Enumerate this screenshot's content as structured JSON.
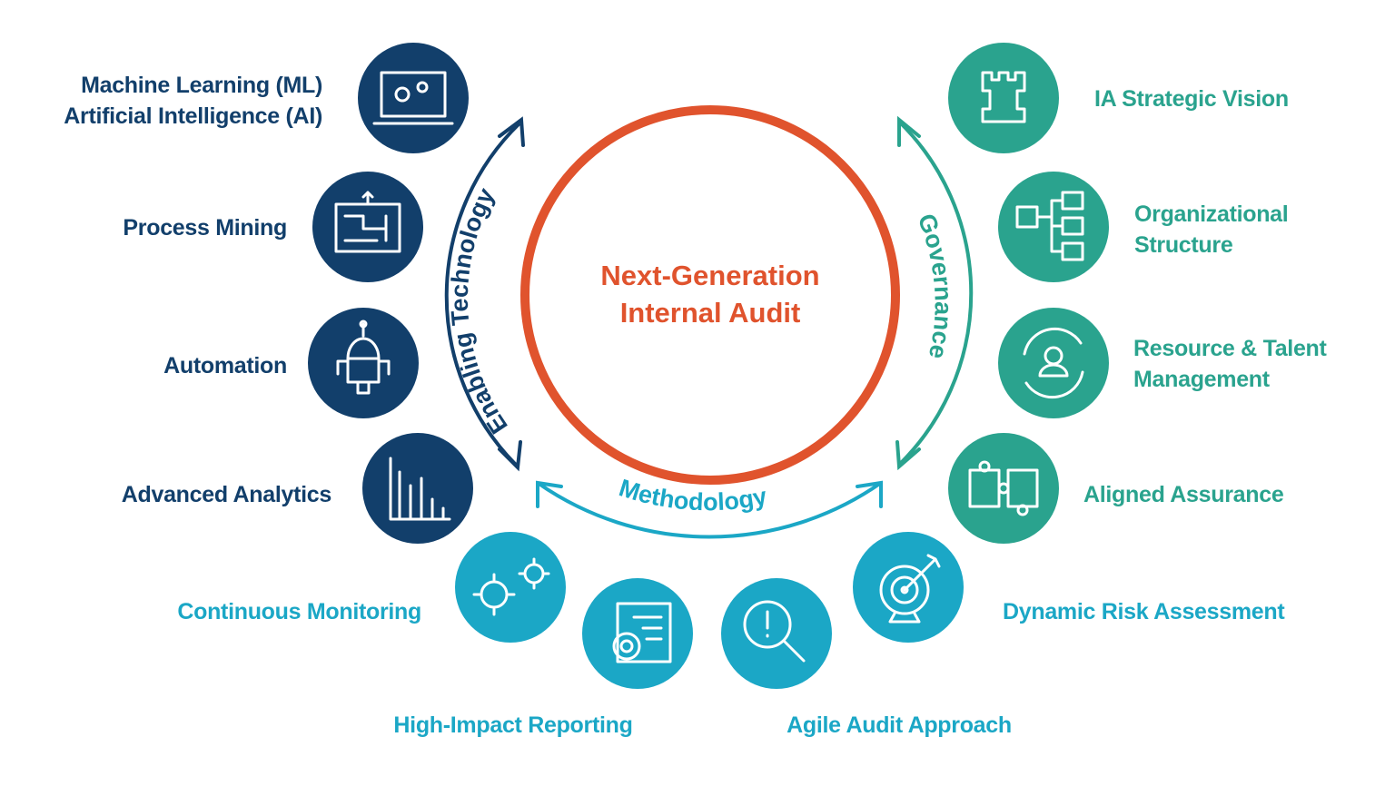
{
  "center": {
    "line1": "Next-Generation",
    "line2": "Internal Audit"
  },
  "arcs": {
    "enabling_technology": "Enabling Technology",
    "governance": "Governance",
    "methodology": "Methodology"
  },
  "enabling_technology": [
    {
      "line1": "Machine Learning (ML)",
      "line2": "Artificial Intelligence (AI)",
      "icon": "laptop-gears-icon"
    },
    {
      "line1": "Process Mining",
      "icon": "maze-icon"
    },
    {
      "line1": "Automation",
      "icon": "robot-icon"
    },
    {
      "line1": "Advanced Analytics",
      "icon": "bar-chart-icon"
    }
  ],
  "governance": [
    {
      "line1": "IA Strategic Vision",
      "icon": "castle-tower-icon"
    },
    {
      "line1": "Organizational",
      "line2": "Structure",
      "icon": "org-chart-icon"
    },
    {
      "line1": "Resource & Talent",
      "line2": "Management",
      "icon": "person-cycle-icon"
    },
    {
      "line1": "Aligned Assurance",
      "icon": "puzzle-icon"
    }
  ],
  "methodology": [
    {
      "line1": "Continuous Monitoring",
      "icon": "gears-icon"
    },
    {
      "line1": "High-Impact Reporting",
      "icon": "certificate-report-icon"
    },
    {
      "line1": "Agile Audit Approach",
      "icon": "magnifier-alert-icon"
    },
    {
      "line1": "Dynamic Risk Assessment",
      "icon": "target-arrow-icon"
    }
  ],
  "colors": {
    "navy": "#123f6b",
    "green": "#2aa38e",
    "cyan": "#1ba7c6",
    "orange": "#e0532d"
  }
}
